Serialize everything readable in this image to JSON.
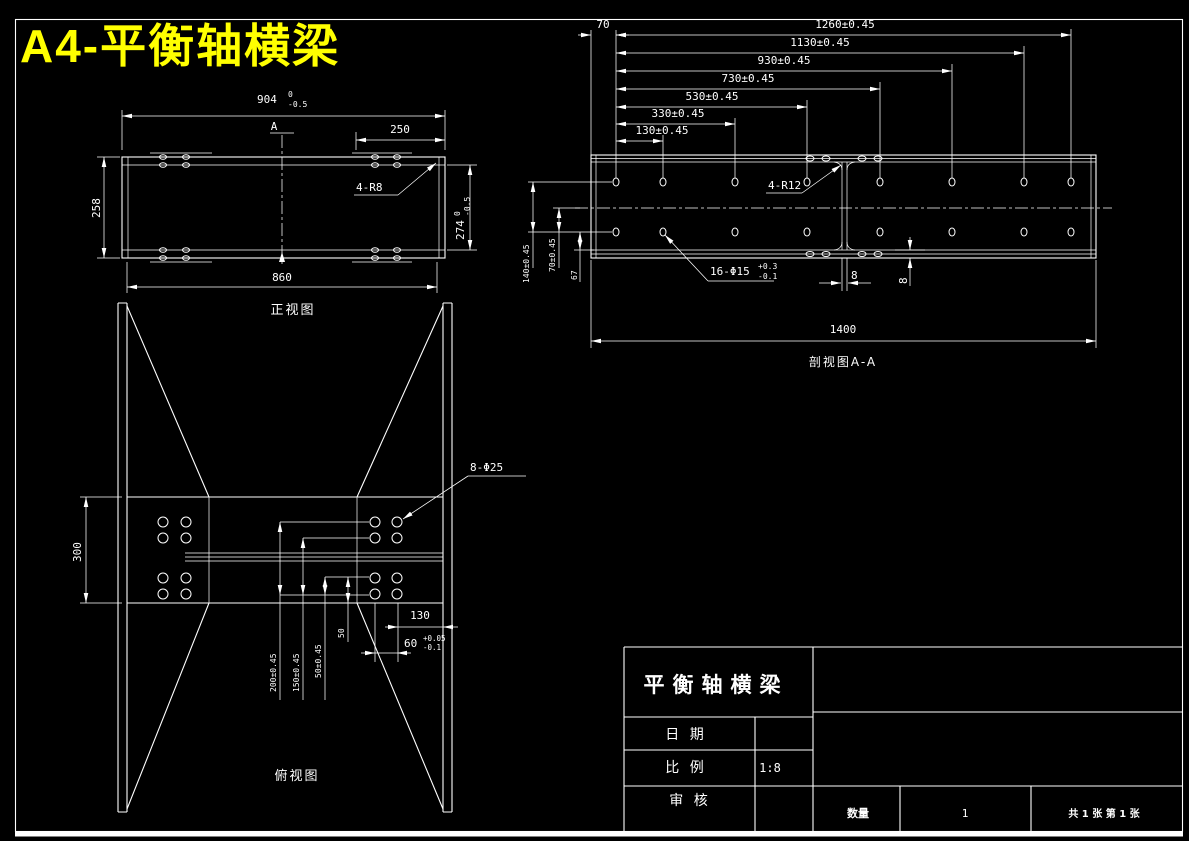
{
  "title": "A4-平衡轴横梁",
  "colors": {
    "background": "#000000",
    "line": "#ffffff",
    "title": "#ffff00"
  },
  "front_view": {
    "label": "正视图",
    "section_letter": "A",
    "dim_904": "904",
    "dim_904_tol_up": "0",
    "dim_904_tol_dn": "-0.5",
    "dim_250": "250",
    "callout_r8": "4-R8",
    "dim_258": "258",
    "dim_274": "274",
    "dim_274_tol_up": "0",
    "dim_274_tol_dn": "-0.5",
    "dim_860": "860"
  },
  "section_view": {
    "label": "剖视图A-A",
    "dim_70": "70",
    "dim_1260": "1260±0.45",
    "dim_1130": "1130±0.45",
    "dim_930": "930±0.45",
    "dim_730": "730±0.45",
    "dim_530": "530±0.45",
    "dim_330": "330±0.45",
    "dim_130": "130±0.45",
    "dim_140": "140±0.45",
    "dim_70v": "70±0.45",
    "dim_67": "67",
    "callout_r12": "4-R12",
    "callout_holes": "16-Φ15",
    "callout_holes_tol_up": "+0.3",
    "callout_holes_tol_dn": "-0.1",
    "dim_web_thickness": "8",
    "dim_flange_thickness": "8",
    "dim_1400": "1400"
  },
  "top_view": {
    "label": "俯视图",
    "dim_300": "300",
    "callout_holes": "8-Φ25",
    "dim_200": "200±0.45",
    "dim_150": "150±0.45",
    "dim_50_tol": "50±0.45",
    "dim_50": "50",
    "dim_130": "130",
    "dim_60": "60",
    "dim_60_tol_up": "+0.05",
    "dim_60_tol_dn": "-0.1"
  },
  "title_block": {
    "part_name": "平衡轴横梁",
    "row_date_label": "日 期",
    "row_scale_label": "比 例",
    "row_scale_value": "1:8",
    "row_review_label": "审 核",
    "quantity_label": "数量",
    "quantity_value": "1",
    "sheet_info": "共 1 张  第 1 张"
  }
}
